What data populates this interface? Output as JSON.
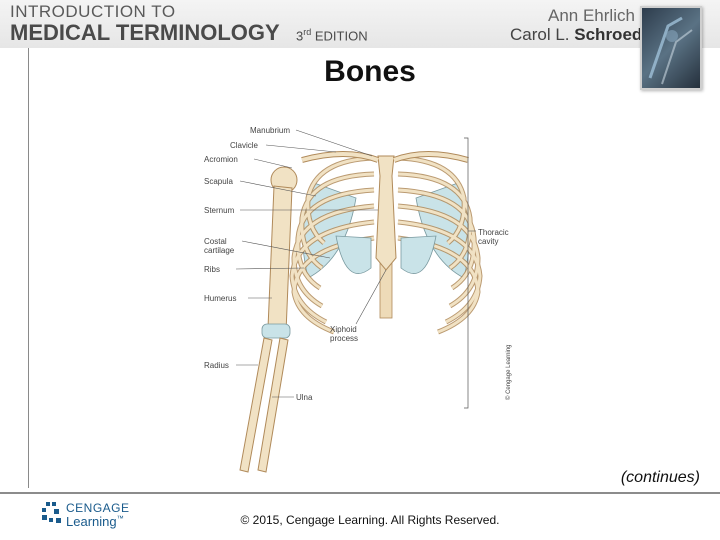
{
  "header": {
    "book_title_line1": "INTRODUCTION TO",
    "book_title_line2": "MEDICAL TERMINOLOGY",
    "edition_num": "3",
    "edition_sup": "rd",
    "edition_word": "EDITION",
    "author1": "Ann Ehrlich",
    "author2_first": "Carol L.",
    "author2_last": "Schroeder"
  },
  "slide": {
    "title": "Bones",
    "continues": "(continues)"
  },
  "figure": {
    "labels": {
      "manubrium": "Manubrium",
      "clavicle": "Clavicle",
      "acromion": "Acromion",
      "scapula": "Scapula",
      "sternum": "Sternum",
      "costal_1": "Costal",
      "costal_2": "cartilage",
      "ribs": "Ribs",
      "humerus": "Humerus",
      "thoracic_1": "Thoracic",
      "thoracic_2": "cavity",
      "xiphoid_1": "Xiphoid",
      "xiphoid_2": "process",
      "radius": "Radius",
      "ulna": "Ulna"
    },
    "credit": "© Cengage Learning"
  },
  "footer": {
    "logo_brand": "CENGAGE",
    "logo_sub": "Learning",
    "logo_tm": "™",
    "copyright": "© 2015, Cengage Learning. All Rights Reserved."
  }
}
